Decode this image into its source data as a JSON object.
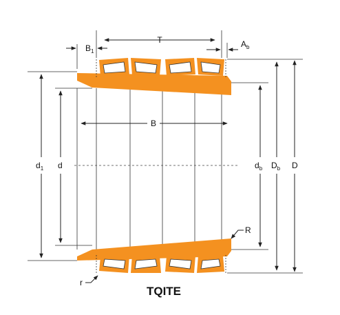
{
  "diagram": {
    "title": "TQITE",
    "labels": {
      "T": "T",
      "B1_main": "B",
      "B1_sub": "1",
      "Ab_main": "A",
      "Ab_sub": "b",
      "B": "B",
      "d1_main": "d",
      "d1_sub": "1",
      "d": "d",
      "db_main": "d",
      "db_sub": "b",
      "Db_main": "D",
      "Db_sub": "b",
      "D": "D",
      "R": "R",
      "r": "r"
    },
    "colors": {
      "ring": "#f49120",
      "line": "#222222"
    }
  }
}
